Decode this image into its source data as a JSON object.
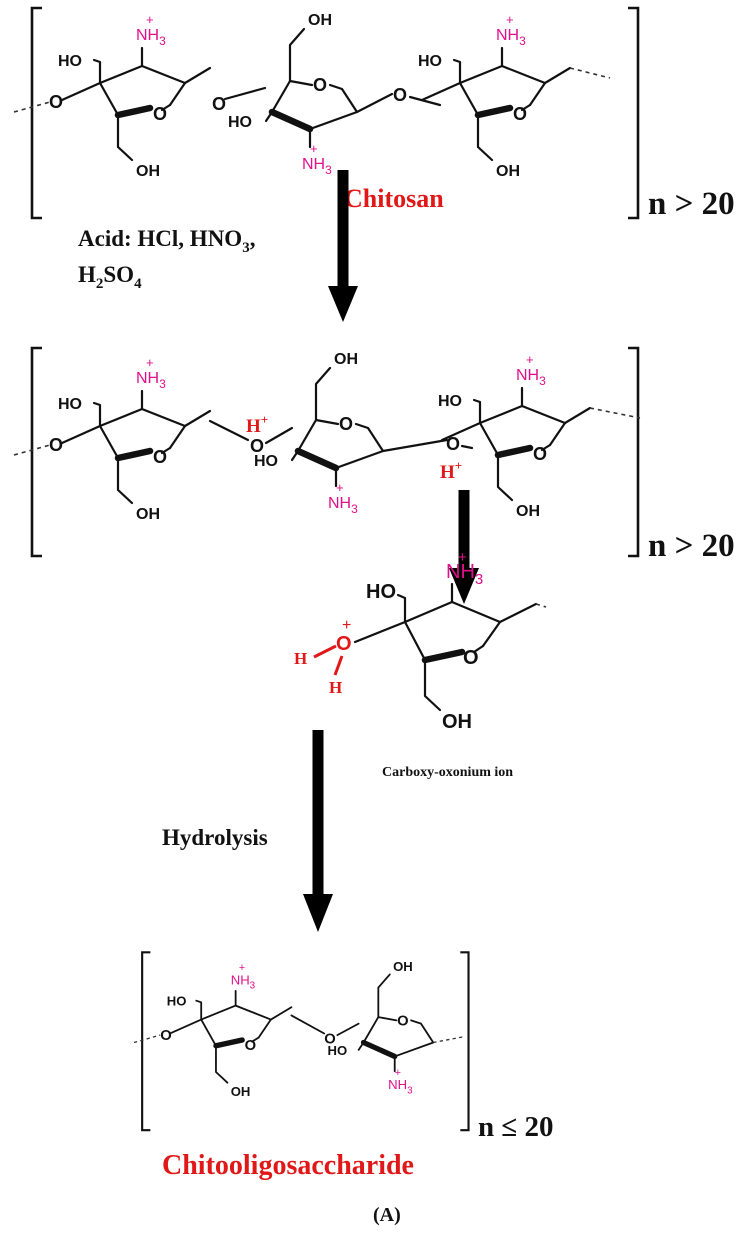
{
  "figure": {
    "chitosan_label": "Chitosan",
    "n_gt_20": "n > 20",
    "acid_line1": "Acid: HCl, HNO",
    "acid_line1_sub": "3",
    "acid_line1_tail": ",",
    "acid_line2_a": "H",
    "acid_line2_sub1": "2",
    "acid_line2_b": "SO",
    "acid_line2_sub2": "4",
    "h_plus": "H",
    "plus_sup": "+",
    "oxonium_label": "Carboxy-oxonium  ion",
    "hydrolysis": "Hydrolysis",
    "product_label": "Chitooligosaccharide",
    "n_le_20": "n ≤ 20",
    "panel": "(A)",
    "atoms": {
      "HO": "HO",
      "OH": "OH",
      "O": "O",
      "NH": "NH",
      "three": "3",
      "H": "H"
    }
  },
  "colors": {
    "red": "#e01818",
    "magenta": "#e0108c",
    "black": "#111111"
  }
}
